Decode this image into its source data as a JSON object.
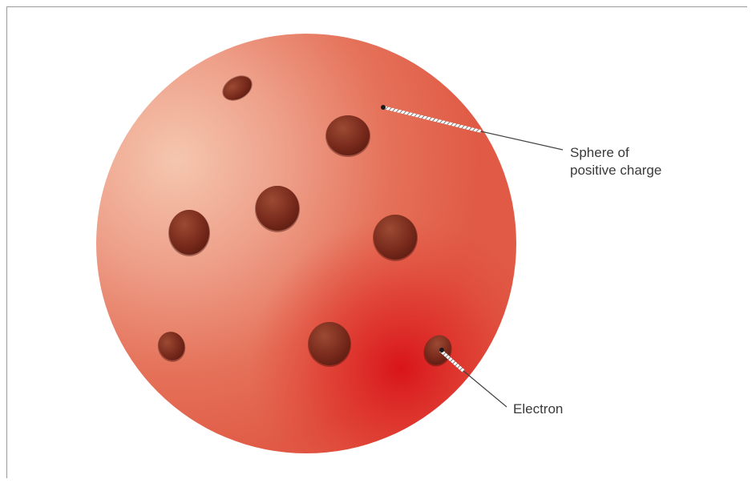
{
  "labels": {
    "sphere_line1": "Sphere of",
    "sphere_line2": "positive charge",
    "electron": "Electron"
  },
  "colors": {
    "sphere_light": "#f4c0a8",
    "sphere_mid": "#e87a5f",
    "sphere_dark": "#dc1e20",
    "electron_fill": "#7a2a1c",
    "electron_highlight": "#a35238",
    "leader_line": "#444444"
  }
}
